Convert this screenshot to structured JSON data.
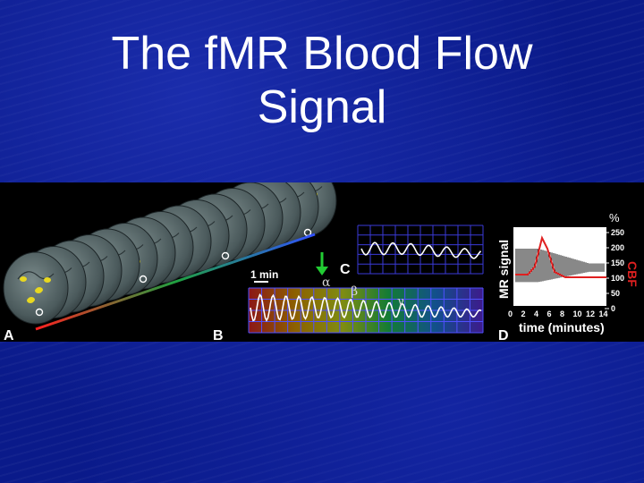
{
  "slide": {
    "title_line1": "The fMR Blood Flow",
    "title_line2": "Signal"
  },
  "figure": {
    "panel_labels": {
      "a": "A",
      "b": "B",
      "c": "C",
      "d": "D"
    },
    "scale_bar_label": "1 min",
    "greek": {
      "alpha": "α",
      "beta": "β",
      "gamma": "γ"
    },
    "panel_d": {
      "ylabel_left": "MR signal",
      "ylabel_right": "CBF",
      "unit": "%",
      "xlabel": "time (minutes)",
      "x_ticks": [
        "0",
        "2",
        "4",
        "6",
        "8",
        "10",
        "12",
        "14"
      ],
      "y_ticks": [
        "250",
        "200",
        "150",
        "100",
        "50",
        "0"
      ]
    }
  },
  "colors": {
    "background": "#0a1a8a",
    "title": "#ffffff",
    "cbf_red": "#e02020",
    "activation_yellow": "#e8d820",
    "arrow_green": "#22cc33"
  }
}
